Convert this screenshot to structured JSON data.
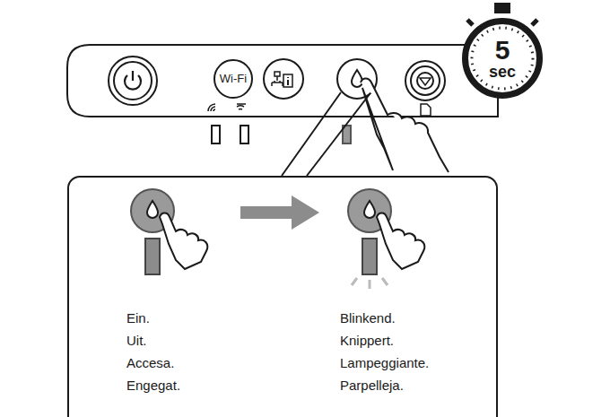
{
  "diagram": {
    "nodes": [
      {
        "text": [
          "Wi-Fi"
        ]
      },
      {
        "text": [
          "5",
          "sec"
        ]
      },
      {
        "text": [
          "Ein.",
          "Uit.",
          "Accesa.",
          "Engegat.",
          "Blinkend.",
          "Knippert.",
          "Lampeggiante.",
          "Parpelleja."
        ]
      }
    ]
  }
}
